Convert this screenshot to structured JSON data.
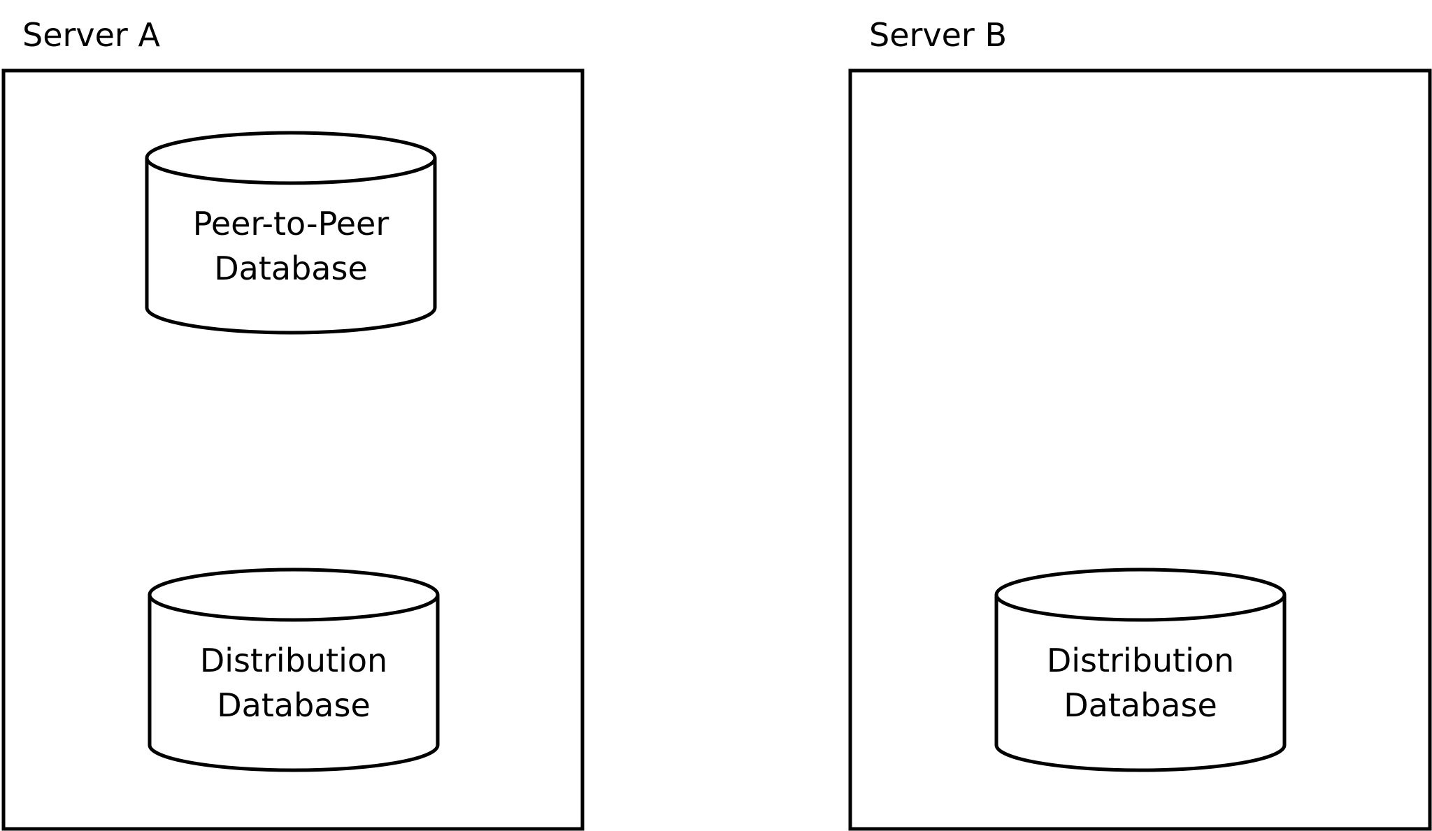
{
  "servers": [
    {
      "label": "Server A",
      "databases": [
        {
          "line1": "Peer-to-Peer",
          "line2": "Database"
        },
        {
          "line1": "Distribution",
          "line2": "Database"
        }
      ]
    },
    {
      "label": "Server B",
      "databases": [
        {
          "line1": "Distribution",
          "line2": "Database"
        }
      ]
    }
  ]
}
